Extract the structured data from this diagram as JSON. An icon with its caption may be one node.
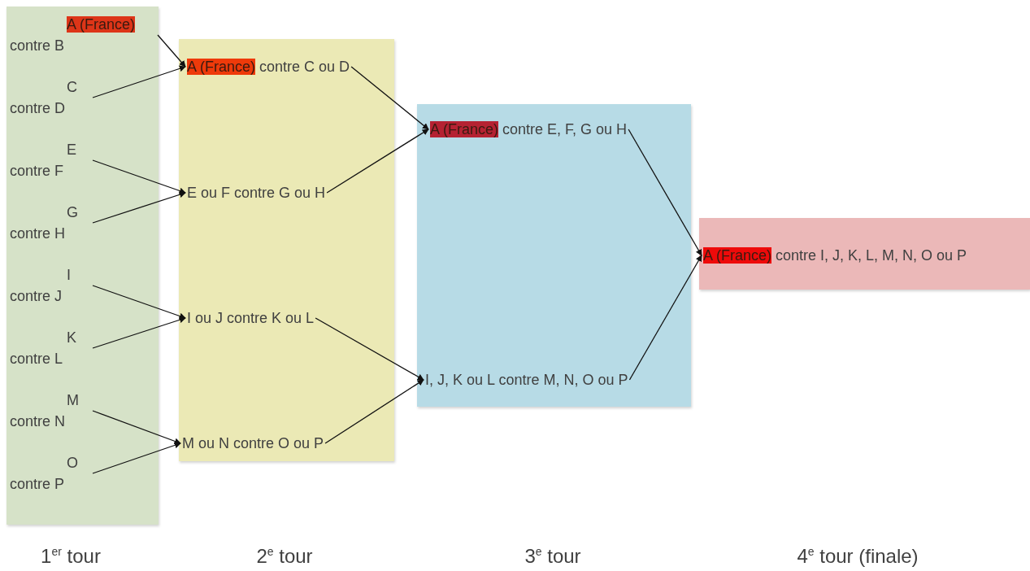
{
  "diagram": {
    "nodes": [
      {
        "text": [],
        "shape": "box"
      },
      {
        "text": [
          "A (France)",
          "contre B"
        ],
        "in": 0
      },
      {
        "text": [
          "C contre D"
        ],
        "in": 0
      },
      {
        "text": [
          "E contre F"
        ],
        "in": 0
      },
      {
        "text": [
          "G contre H"
        ],
        "in": 0
      },
      {
        "text": [
          "I contre J"
        ],
        "in": 0
      },
      {
        "text": [
          "K contre L"
        ],
        "in": 0
      },
      {
        "text": [
          "M contre N"
        ],
        "in": 0
      },
      {
        "text": [
          "O contre P"
        ],
        "in": 0
      },
      {
        "text": [],
        "shape": "box"
      },
      {
        "text": [
          "A (France)",
          "contre C ou D"
        ],
        "in": 9
      },
      {
        "text": [
          "E ou F contre G ou H"
        ],
        "in": 9
      },
      {
        "text": [
          "I ou J contre K ou L"
        ],
        "in": 9
      },
      {
        "text": [
          "M ou N contre O ou P"
        ],
        "in": 9
      },
      {
        "text": [],
        "shape": "box"
      },
      {
        "text": [
          "A (France)",
          "contre E, F, G ou H"
        ],
        "in": 14
      },
      {
        "text": [
          "I, J, K ou L contre M, N, O ou P"
        ],
        "in": 14
      },
      {
        "text": [],
        "shape": "box"
      },
      {
        "text": [
          "A (France)",
          "contre I, J, K, L, M, N, O ou P"
        ],
        "in": 17
      }
    ],
    "edges": [
      {
        "from": 1,
        "to": 10,
        "arrow": "to"
      },
      {
        "from": 2,
        "to": 10,
        "arrow": "to"
      },
      {
        "from": 3,
        "to": 11,
        "arrow": "to"
      },
      {
        "from": 4,
        "to": 11,
        "arrow": "to"
      },
      {
        "from": 5,
        "to": 12,
        "arrow": "to"
      },
      {
        "from": 6,
        "to": 12,
        "arrow": "to"
      },
      {
        "from": 7,
        "to": 13,
        "arrow": "to"
      },
      {
        "from": 8,
        "to": 13,
        "arrow": "to"
      },
      {
        "from": 10,
        "to": 15,
        "arrow": "to"
      },
      {
        "from": 11,
        "to": 15,
        "arrow": "to"
      },
      {
        "from": 12,
        "to": 16,
        "arrow": "to"
      },
      {
        "from": 13,
        "to": 16,
        "arrow": "to"
      },
      {
        "from": 15,
        "to": 18,
        "arrow": "to"
      },
      {
        "from": 16,
        "to": 18,
        "arrow": "to"
      }
    ],
    "labels": [
      "1$^{er}$ tour",
      "2$^{e}$ tour",
      "3$^{e}$ tour",
      "4$^{e}$ tour (finale)"
    ]
  }
}
